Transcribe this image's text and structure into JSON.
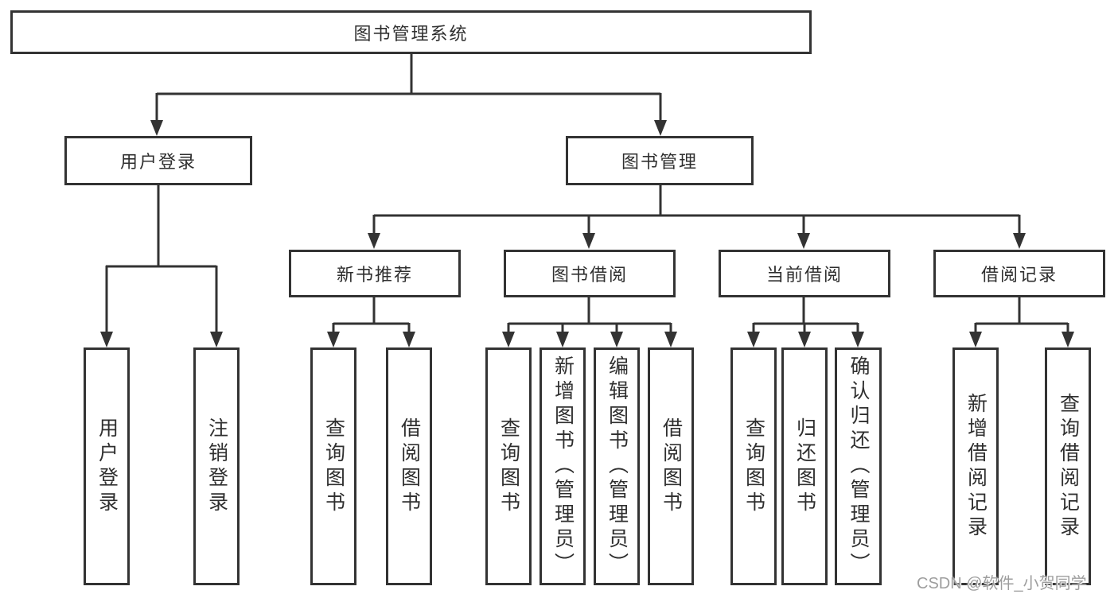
{
  "diagram_title": "图书管理系统",
  "tree": {
    "label": "图书管理系统",
    "children": [
      {
        "label": "用户登录",
        "children": [
          {
            "label": "用户登录"
          },
          {
            "label": "注销登录"
          }
        ]
      },
      {
        "label": "图书管理",
        "children": [
          {
            "label": "新书推荐",
            "children": [
              {
                "label": "查询图书"
              },
              {
                "label": "借阅图书"
              }
            ]
          },
          {
            "label": "图书借阅",
            "children": [
              {
                "label": "查询图书"
              },
              {
                "label": "新增图书（管理员）"
              },
              {
                "label": "编辑图书（管理员）"
              },
              {
                "label": "借阅图书"
              }
            ]
          },
          {
            "label": "当前借阅",
            "children": [
              {
                "label": "查询图书"
              },
              {
                "label": "归还图书"
              },
              {
                "label": "确认归还（管理员）"
              }
            ]
          },
          {
            "label": "借阅记录",
            "children": [
              {
                "label": "新增借阅记录"
              },
              {
                "label": "查询借阅记录"
              }
            ]
          }
        ]
      }
    ]
  },
  "watermark": {
    "text": "CSDN @软件_小贺同学"
  },
  "colors": {
    "line": "#333333",
    "box_border": "#333333",
    "text": "#2f2f2f",
    "watermark": "#9e9e9e",
    "background": "#ffffff"
  }
}
